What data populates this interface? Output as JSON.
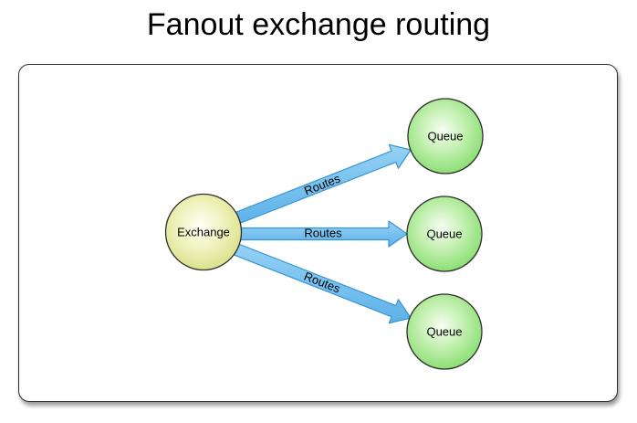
{
  "title": "Fanout exchange routing",
  "nodes": [
    {
      "id": "exchange",
      "label": "Exchange"
    },
    {
      "id": "queue-top",
      "label": "Queue"
    },
    {
      "id": "queue-middle",
      "label": "Queue"
    },
    {
      "id": "queue-bottom",
      "label": "Queue"
    }
  ],
  "edges": [
    {
      "id": "route-top",
      "label": "Routes"
    },
    {
      "id": "route-middle",
      "label": "Routes"
    },
    {
      "id": "route-bottom",
      "label": "Routes"
    }
  ],
  "colors": {
    "arrow_fill_light": "#96d2f5",
    "arrow_fill_dark": "#5cb1e8",
    "arrow_stroke": "#3694d4",
    "exchange_center": "#fffff8",
    "exchange_mid": "#f1f4c2",
    "exchange_edge": "#d9df85",
    "queue_center": "#f7fdf3",
    "queue_mid": "#c6f1b4",
    "queue_edge": "#85dc6d",
    "node_stroke": "#2d2d2d",
    "panel_border": "#2e2e2e",
    "text_color": "#000000"
  }
}
